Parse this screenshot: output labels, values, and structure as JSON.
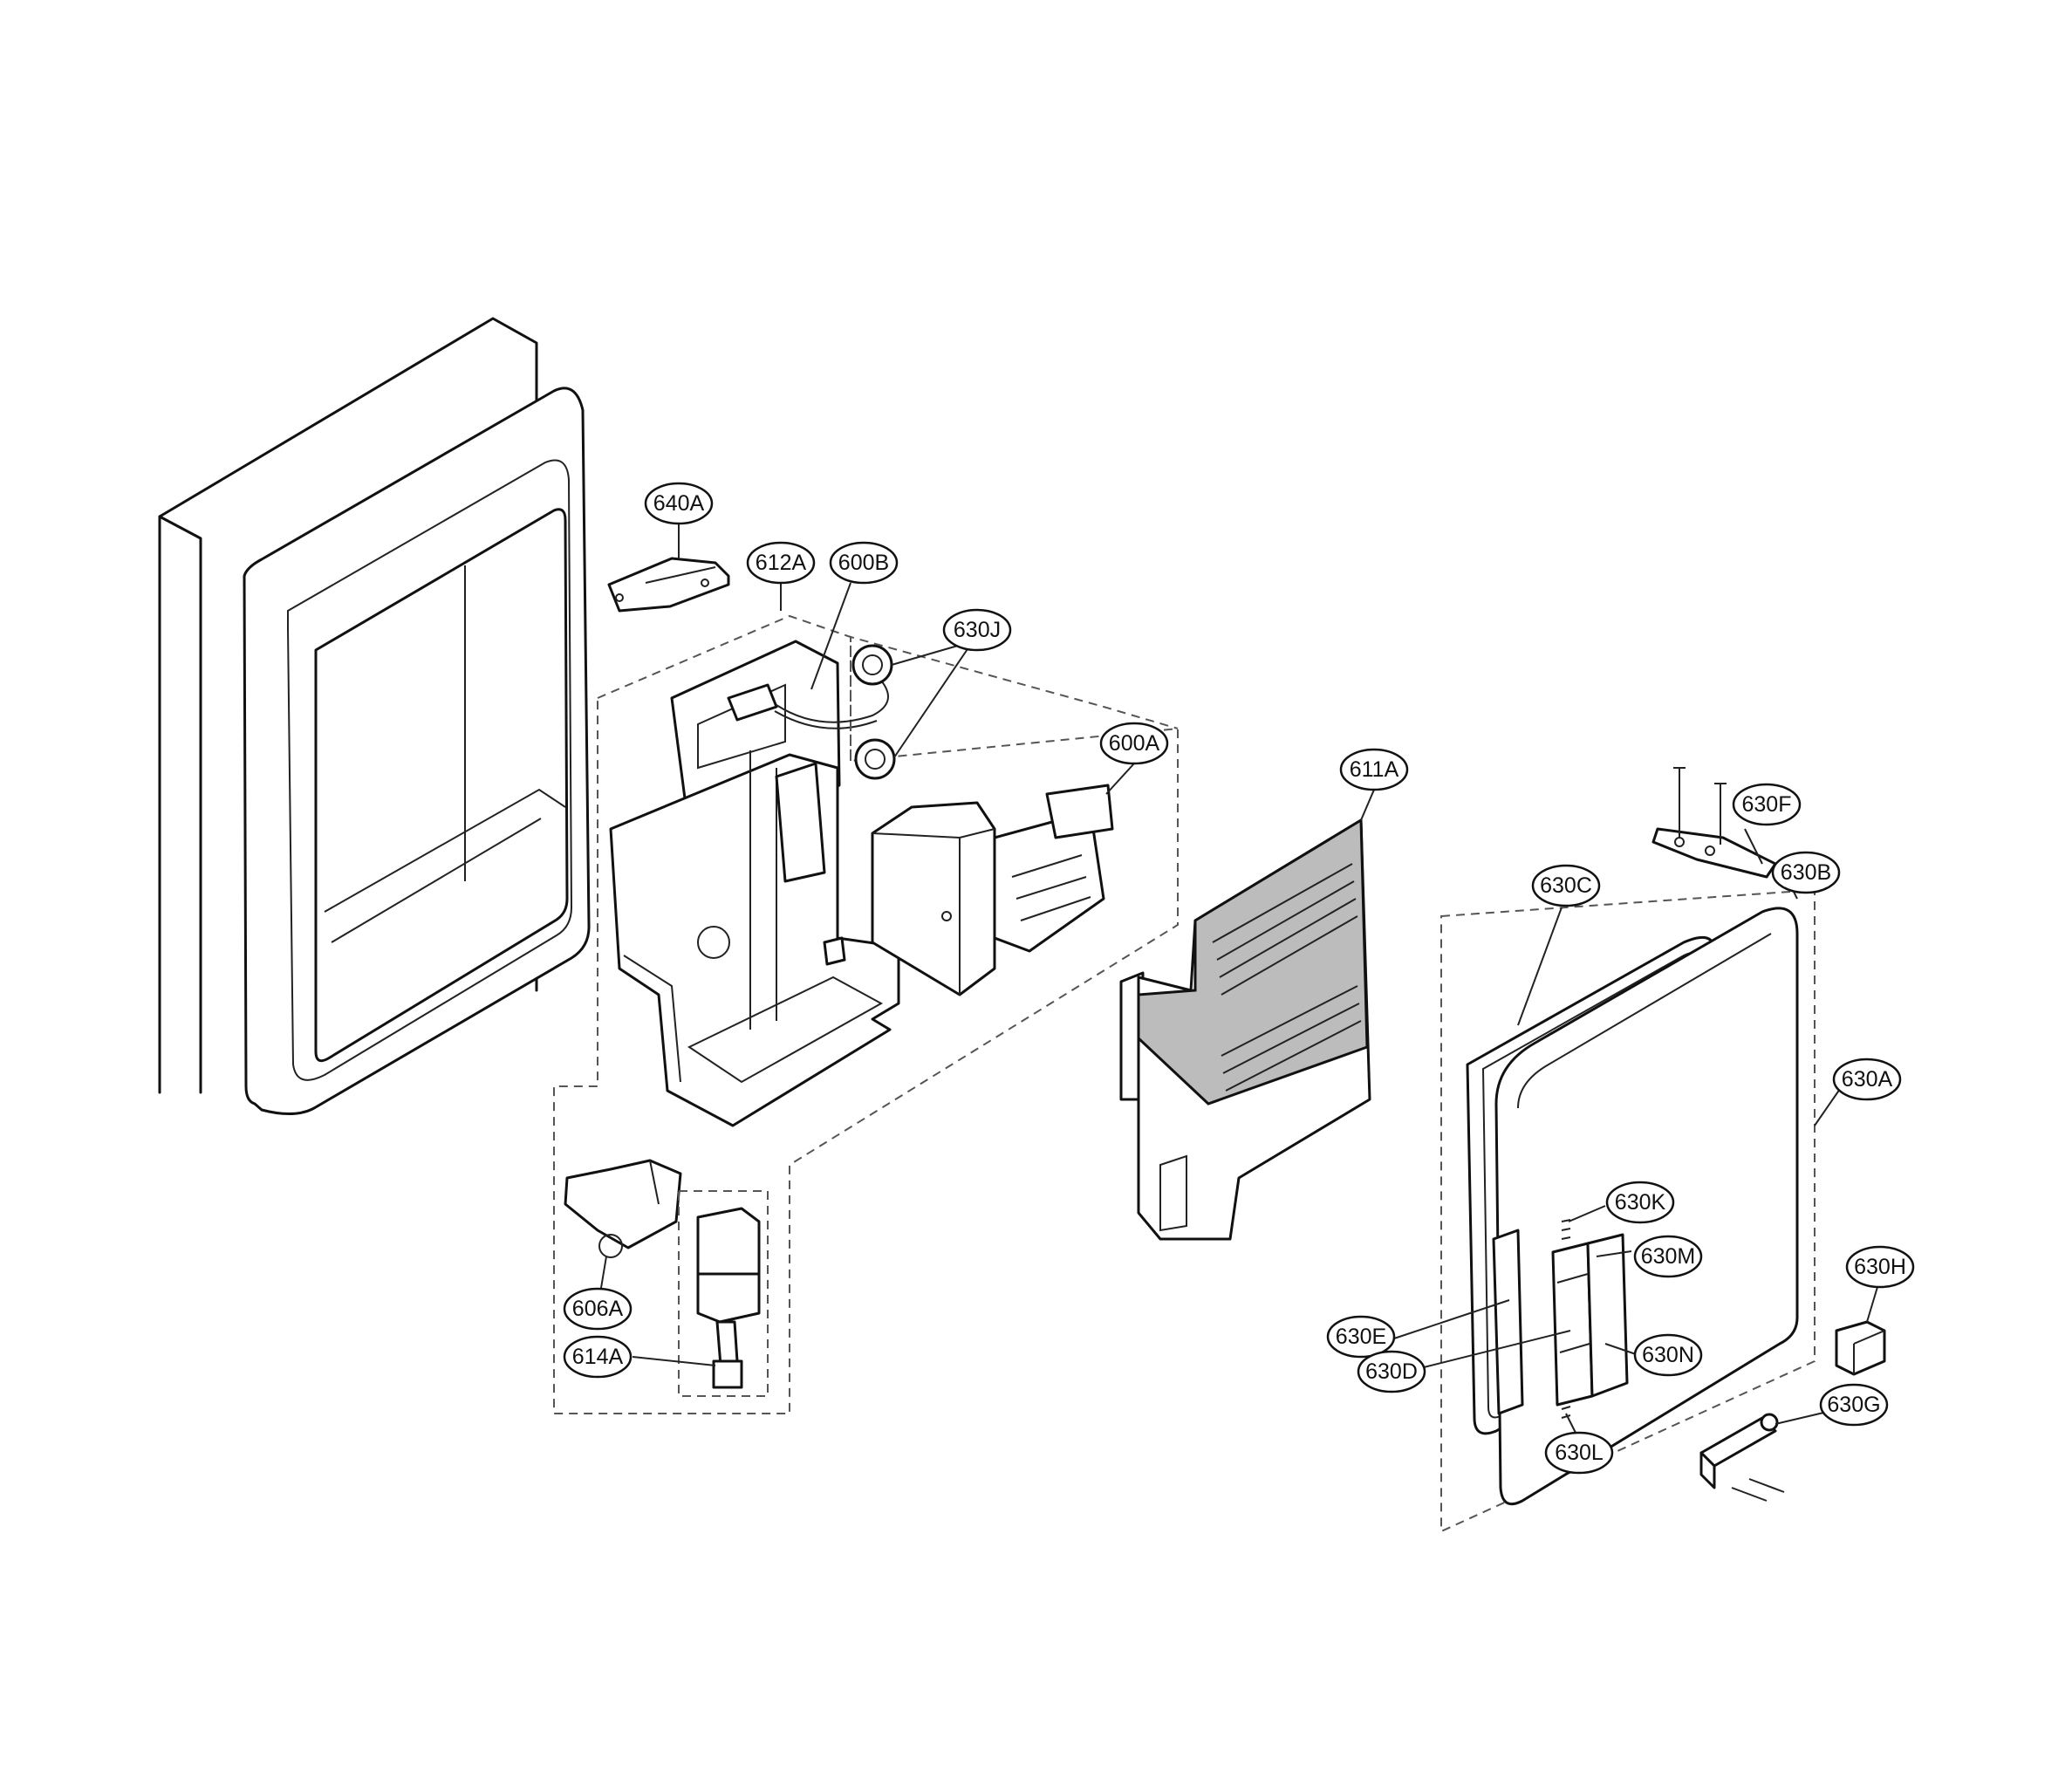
{
  "callouts": [
    {
      "id": "c640A",
      "label": "640A"
    },
    {
      "id": "c612A",
      "label": "612A"
    },
    {
      "id": "c600B",
      "label": "600B"
    },
    {
      "id": "c630J",
      "label": "630J"
    },
    {
      "id": "c600A",
      "label": "600A"
    },
    {
      "id": "c611A",
      "label": "611A"
    },
    {
      "id": "c630F",
      "label": "630F"
    },
    {
      "id": "c630B",
      "label": "630B"
    },
    {
      "id": "c630C",
      "label": "630C"
    },
    {
      "id": "c630A",
      "label": "630A"
    },
    {
      "id": "c630K",
      "label": "630K"
    },
    {
      "id": "c630M",
      "label": "630M"
    },
    {
      "id": "c630H",
      "label": "630H"
    },
    {
      "id": "c630E",
      "label": "630E"
    },
    {
      "id": "c630N",
      "label": "630N"
    },
    {
      "id": "c630D",
      "label": "630D"
    },
    {
      "id": "c630G",
      "label": "630G"
    },
    {
      "id": "c630L",
      "label": "630L"
    },
    {
      "id": "c606A",
      "label": "606A"
    },
    {
      "id": "c614A",
      "label": "614A"
    }
  ]
}
